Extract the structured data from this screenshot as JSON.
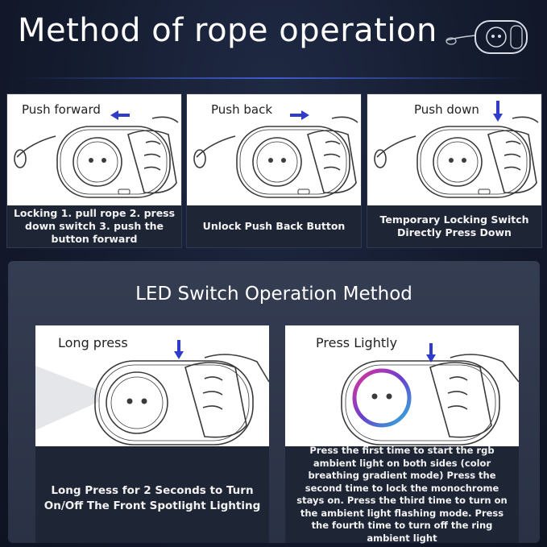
{
  "header": {
    "title": "Method of rope operation"
  },
  "rope_cards": [
    {
      "label": "Push forward",
      "caption": "Locking 1. pull rope 2. press down switch 3. push the button forward",
      "arrow": "left-arrow-icon"
    },
    {
      "label": "Push back",
      "caption": "Unlock Push Back Button",
      "arrow": "right-arrow-icon"
    },
    {
      "label": "Push down",
      "caption": "Temporary Locking Switch Directly Press Down",
      "arrow": "down-arrow-icon"
    }
  ],
  "led_panel": {
    "title": "LED Switch Operation Method",
    "cards": [
      {
        "label": "Long press",
        "caption": "Long Press for 2 Seconds to Turn On/Off The Front Spotlight Lighting"
      },
      {
        "label": "Press Lightly",
        "caption": "Press the first time to start the rgb ambient light on both sides (color breathing gradient mode) Press the second time to lock the monochrome stays on. Press the third time to turn on the ambient light flashing mode. Press the fourth time to turn off the ring ambient light"
      }
    ]
  },
  "colors": {
    "arrow": "#2f3cc9",
    "caption_bg": "#1e2535",
    "panel_bg": "#2f3649"
  }
}
